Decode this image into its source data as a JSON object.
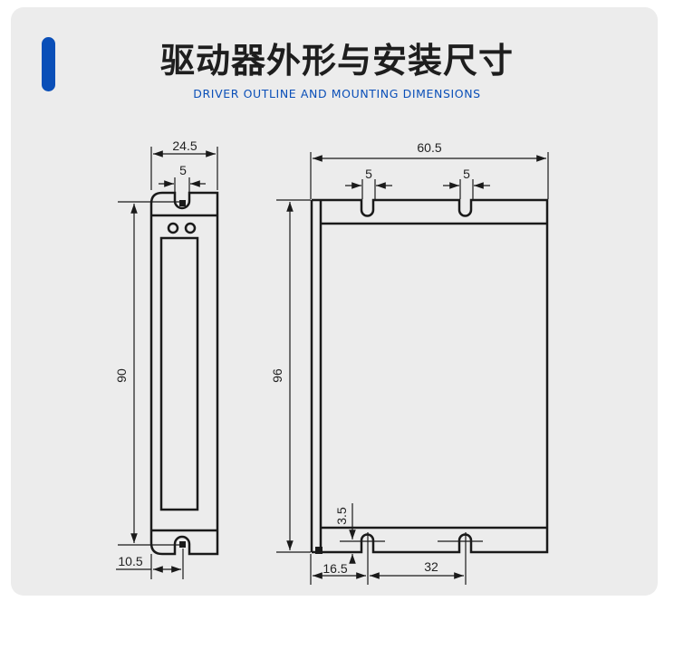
{
  "header": {
    "title": "驱动器外形与安装尺寸",
    "subtitle": "DRIVER OUTLINE AND MOUNTING DIMENSIONS",
    "accent_color": "#0a4fb8"
  },
  "side_view": {
    "width_label": "24.5",
    "slot_width_label": "5",
    "height_label": "90",
    "bottom_offset_label": "10.5"
  },
  "front_view": {
    "width_label": "60.5",
    "slot_left_width_label": "5",
    "slot_right_width_label": "5",
    "height_label": "96",
    "slot_depth_label": "3.5",
    "left_offset_label": "16.5",
    "slot_spacing_label": "32"
  }
}
